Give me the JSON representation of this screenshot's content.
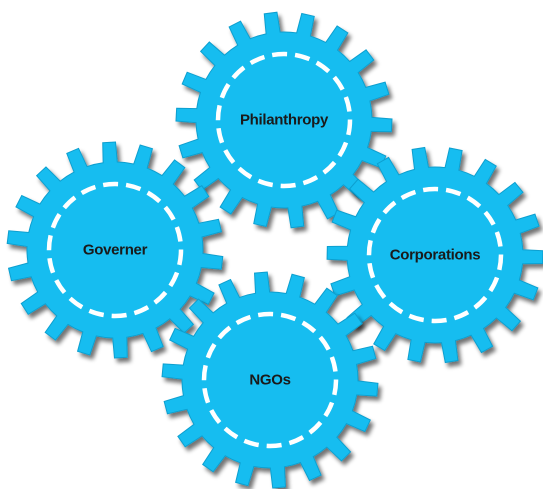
{
  "colors": {
    "gear_fill": "#14bdf0",
    "gear_stroke": "#0f9fcf",
    "dash_color": "#ffffff",
    "shadow_color": "#a9acae",
    "label_color": "#1a1a1a"
  },
  "gears": [
    {
      "id": "philanthropy",
      "label": "Philanthropy",
      "icon": "gear-icon"
    },
    {
      "id": "governer",
      "label": "Governer",
      "icon": "gear-icon"
    },
    {
      "id": "corporations",
      "label": "Corporations",
      "icon": "gear-icon"
    },
    {
      "id": "ngos",
      "label": "NGOs",
      "icon": "gear-icon"
    }
  ]
}
